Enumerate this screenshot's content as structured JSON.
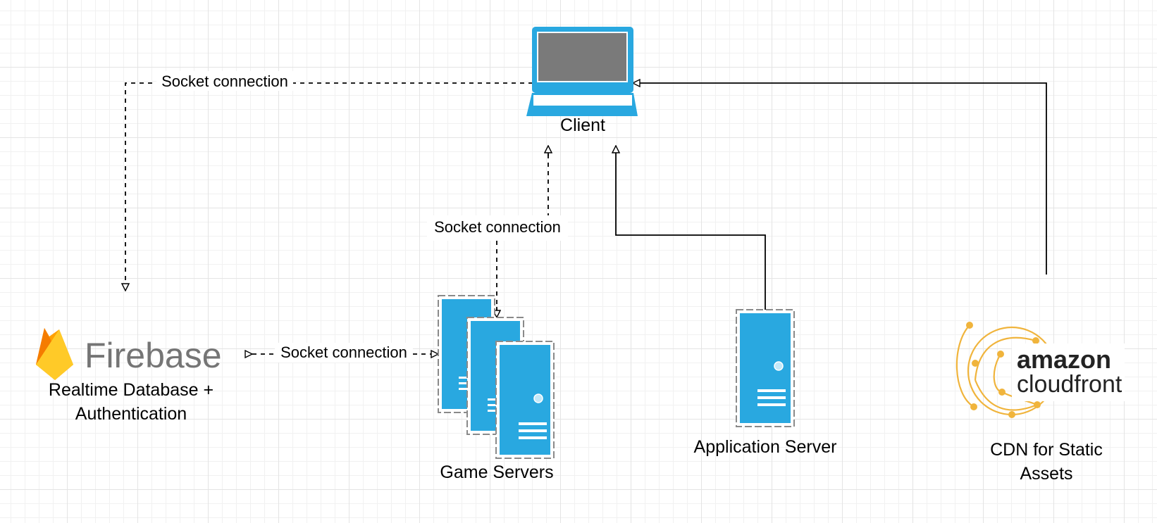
{
  "nodes": {
    "client": {
      "label": "Client"
    },
    "firebase": {
      "logo_text": "Firebase",
      "label_line1": "Realtime Database +",
      "label_line2": "Authentication"
    },
    "game_servers": {
      "label": "Game Servers"
    },
    "app_server": {
      "label": "Application Server"
    },
    "cloudfront": {
      "logo_word1": "amazon",
      "logo_word2": "cloudfront",
      "label_line1": "CDN for Static",
      "label_line2": "Assets"
    }
  },
  "edges": {
    "client_firebase": {
      "label": "Socket connection",
      "style": "dashed"
    },
    "client_game": {
      "label": "Socket connection",
      "style": "dashed"
    },
    "firebase_game": {
      "label": "Socket connection",
      "style": "dashed"
    },
    "app_client": {
      "label": "",
      "style": "solid"
    },
    "cdn_client": {
      "label": "",
      "style": "solid"
    }
  },
  "colors": {
    "server_blue": "#29a8e0",
    "screen_gray": "#7a7a7a",
    "firebase_yellow": "#ffca28",
    "firebase_orange": "#f57c00",
    "firebase_text": "#757575",
    "cloudfront_gold": "#f0b43c",
    "line": "#000000"
  },
  "icons": {
    "client": "laptop-icon",
    "firebase": "firebase-flame-icon",
    "server": "server-tower-icon",
    "cloudfront": "cloudfront-network-icon"
  }
}
